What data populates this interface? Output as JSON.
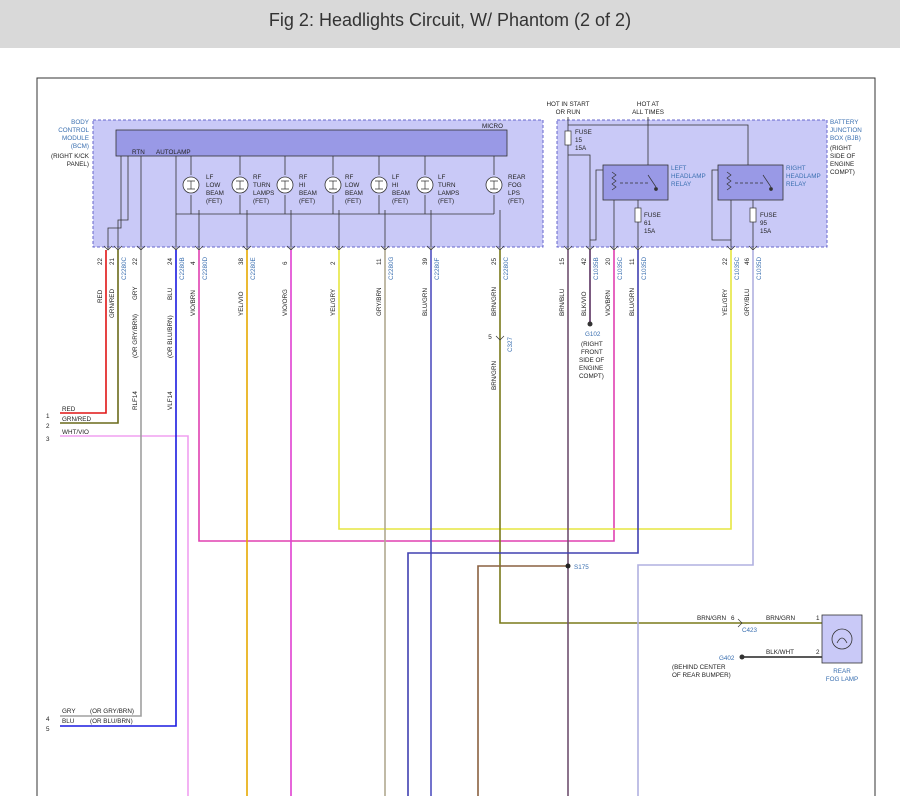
{
  "header": {
    "title": "Fig 2: Headlights Circuit, W/ Phantom (2 of 2)"
  },
  "colors": {
    "module_fill": "#c9c9f7",
    "module_border": "#6666cc",
    "micro_fill": "#9999e6",
    "red": "#e01515",
    "grn_red": "#6a6a1a",
    "wht_vio": "#f0a0f0",
    "gry": "#a0a0a0",
    "blu": "#1a1ae0",
    "vio_brn": "#e040b0",
    "yel_vio": "#e6a800",
    "vio_org": "#e040d0",
    "yel_gry": "#e6e640",
    "gry_brn": "#b0a890",
    "blu_grn": "#5050c0",
    "brn_grn": "#7a7a1a",
    "brn_blu": "#705070",
    "blk_vio": "#5a3060",
    "blk_wht": "#222222",
    "brn": "#8a6040"
  },
  "bcm": {
    "name": [
      "BODY",
      "CONTROL",
      "MODULE",
      "(BCM)"
    ],
    "location": [
      "(RIGHT K/CK",
      "PANEL)"
    ],
    "micro": "MICRO",
    "rtn": "RTN",
    "autolamp": "AUTOLAMP",
    "fets": [
      [
        "LF",
        "LOW",
        "BEAM",
        "(FET)"
      ],
      [
        "RF",
        "TURN",
        "LAMPS",
        "(FET)"
      ],
      [
        "RF",
        "HI",
        "BEAM",
        "(FET)"
      ],
      [
        "RF",
        "LOW",
        "BEAM",
        "(FET)"
      ],
      [
        "LF",
        "HI",
        "BEAM",
        "(FET)"
      ],
      [
        "LF",
        "TURN",
        "LAMPS",
        "(FET)"
      ],
      [
        "REAR",
        "FOG",
        "LPS",
        "(FET)"
      ]
    ]
  },
  "bjb": {
    "name": [
      "BATTERY",
      "JUNCTION",
      "BOX (BJB)"
    ],
    "location": [
      "(RIGHT",
      "SIDE OF",
      "ENGINE",
      "COMPT)"
    ],
    "hot_start": [
      "HOT IN START",
      "OR RUN"
    ],
    "hot_all": [
      "HOT AT",
      "ALL TIMES"
    ],
    "fuse15": [
      "FUSE",
      "15",
      "15A"
    ],
    "fuse61": [
      "FUSE",
      "61",
      "15A"
    ],
    "fuse95": [
      "FUSE",
      "95",
      "15A"
    ],
    "left_relay": [
      "LEFT",
      "HEADLAMP",
      "RELAY"
    ],
    "right_relay": [
      "RIGHT",
      "HEADLAMP",
      "RELAY"
    ]
  },
  "pins": {
    "p22a": "22",
    "p21": "21",
    "p22b": "22",
    "p24": "24",
    "p4": "4",
    "p38": "38",
    "p6": "6",
    "p2": "2",
    "p11a": "11",
    "p39": "39",
    "p25": "25",
    "p15": "15",
    "p42": "42",
    "p20": "20",
    "p11b": "11",
    "p22c": "22",
    "p46": "46",
    "p5": "5",
    "p6b": "6",
    "p1": "1",
    "p2b": "2"
  },
  "connectors": {
    "c2280c": "C2280C",
    "c2280b": "C2280B",
    "c2280d": "C2280D",
    "c2280e": "C2280E",
    "c2280g": "C2280G",
    "c2280f": "C2280F",
    "c1035b": "C1035B",
    "c1035c": "C1035C",
    "c1035d": "C1035D",
    "c327": "C327",
    "c423": "C423"
  },
  "wires": {
    "red": "RED",
    "grn_red": "GRN/RED",
    "gry": "GRY",
    "blu": "BLU",
    "vio_brn": "VIO/BRN",
    "yel_vio": "YEL/VIO",
    "vio_org": "VIO/ORG",
    "yel_gry": "YEL/GRY",
    "gry_brn": "GRY/BRN",
    "blu_grn": "BLU/GRN",
    "brn_grn": "BRN/GRN",
    "brn_blu": "BRN/BLU",
    "blk_vio": "BLK/VIO",
    "blk_wht": "BLK/WHT",
    "wht_vio": "WHT/VIO",
    "or_gry_brn": "(OR GRY/BRN)",
    "or_blu_brn": "(OR BLU/BRN)",
    "rlf14": "RLF14",
    "vlf14": "VLF14"
  },
  "left_terminals": {
    "n1": "1",
    "n2": "2",
    "n3": "3",
    "n4": "4",
    "n5": "5",
    "t1": "RED",
    "t2": "GRN/RED",
    "t3": "WHT/VIO",
    "t4": "GRY",
    "t4b": "(OR GRY/BRN)",
    "t5": "BLU",
    "t5b": "(OR BLU/BRN)"
  },
  "g102": {
    "id": "G102",
    "desc": [
      "(RIGHT",
      "FRONT",
      "SIDE OF",
      "ENGINE",
      "COMPT)"
    ]
  },
  "s175": "S175",
  "g402": {
    "id": "G402",
    "desc": [
      "(BEHIND CENTER",
      "OF REAR BUMPER)"
    ]
  },
  "fog": {
    "name": [
      "REAR",
      "FOG LAMP"
    ]
  }
}
